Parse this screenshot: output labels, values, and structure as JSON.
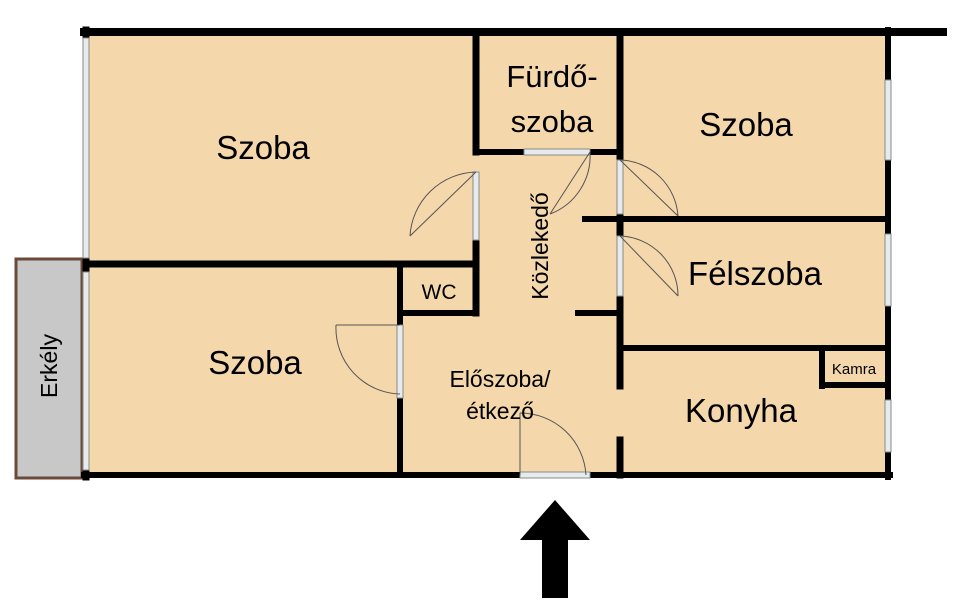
{
  "rooms": {
    "szoba_top_left": "Szoba",
    "szoba_bottom_left": "Szoba",
    "szoba_right": "Szoba",
    "furdoszoba_line1": "Fürdő-",
    "furdoszoba_line2": "szoba",
    "kozlekedo": "Közlekedő",
    "felszoba": "Félszoba",
    "wc": "WC",
    "eloszoba_line1": "Előszoba/",
    "eloszoba_line2": "étkező",
    "konyha": "Konyha",
    "kamra": "Kamra",
    "erkely": "Erkély"
  },
  "colors": {
    "floor": "#f4d7ab",
    "wall": "#000000",
    "balcony": "#c8c8c8",
    "balcony_border": "#6b4a3a",
    "window": "#d6dde0"
  },
  "entrance_arrow": "arrow-up-icon"
}
